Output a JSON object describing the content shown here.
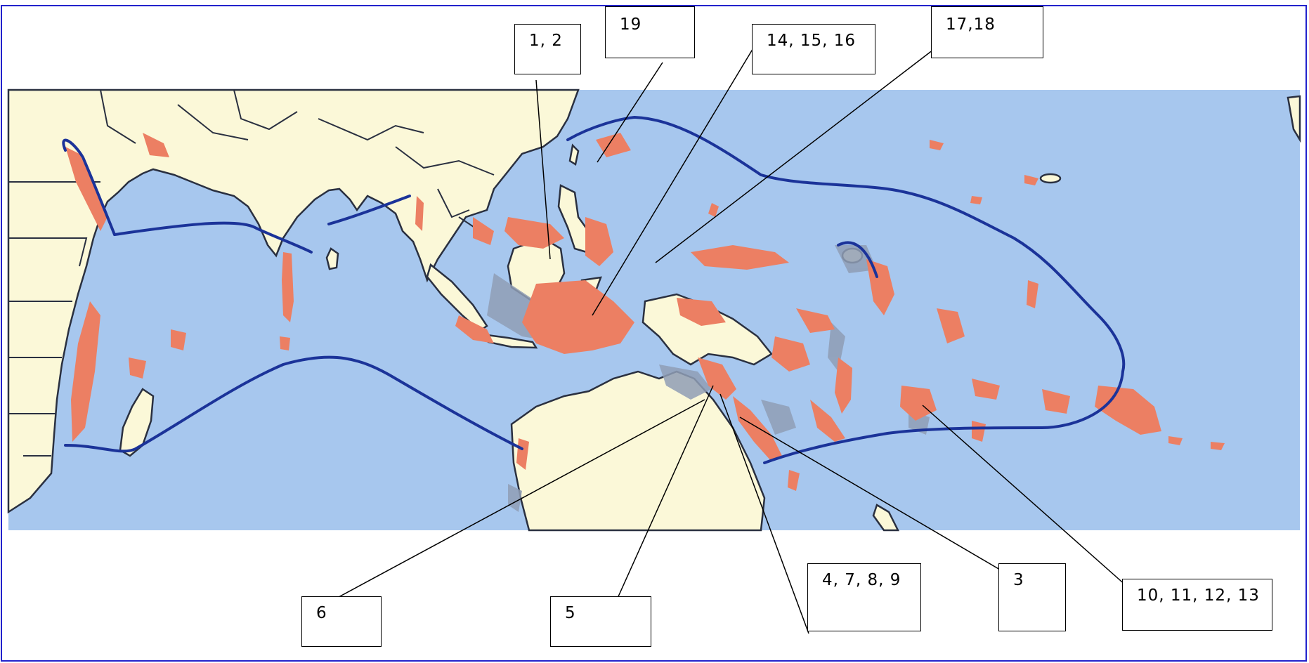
{
  "colors": {
    "ocean": "#a7c7ee",
    "land": "#fbf8d8",
    "border": "#2a3040",
    "reef": "#ec7f63",
    "shelf": "#8f9db5",
    "range_line": "#1b3399",
    "frame": "#2222cc"
  },
  "labels": [
    {
      "id": "label-1-2",
      "text": "1, 2"
    },
    {
      "id": "label-19",
      "text": "19"
    },
    {
      "id": "label-14-15-16",
      "text": "14, 15, 16"
    },
    {
      "id": "label-17-18",
      "text": "17,18"
    },
    {
      "id": "label-6",
      "text": "6"
    },
    {
      "id": "label-5",
      "text": "5"
    },
    {
      "id": "label-4-7-8-9",
      "text": "4, 7, 8, 9"
    },
    {
      "id": "label-3",
      "text": "3"
    },
    {
      "id": "label-10-11-12-13",
      "text": "10, 11, 12, 13"
    }
  ]
}
